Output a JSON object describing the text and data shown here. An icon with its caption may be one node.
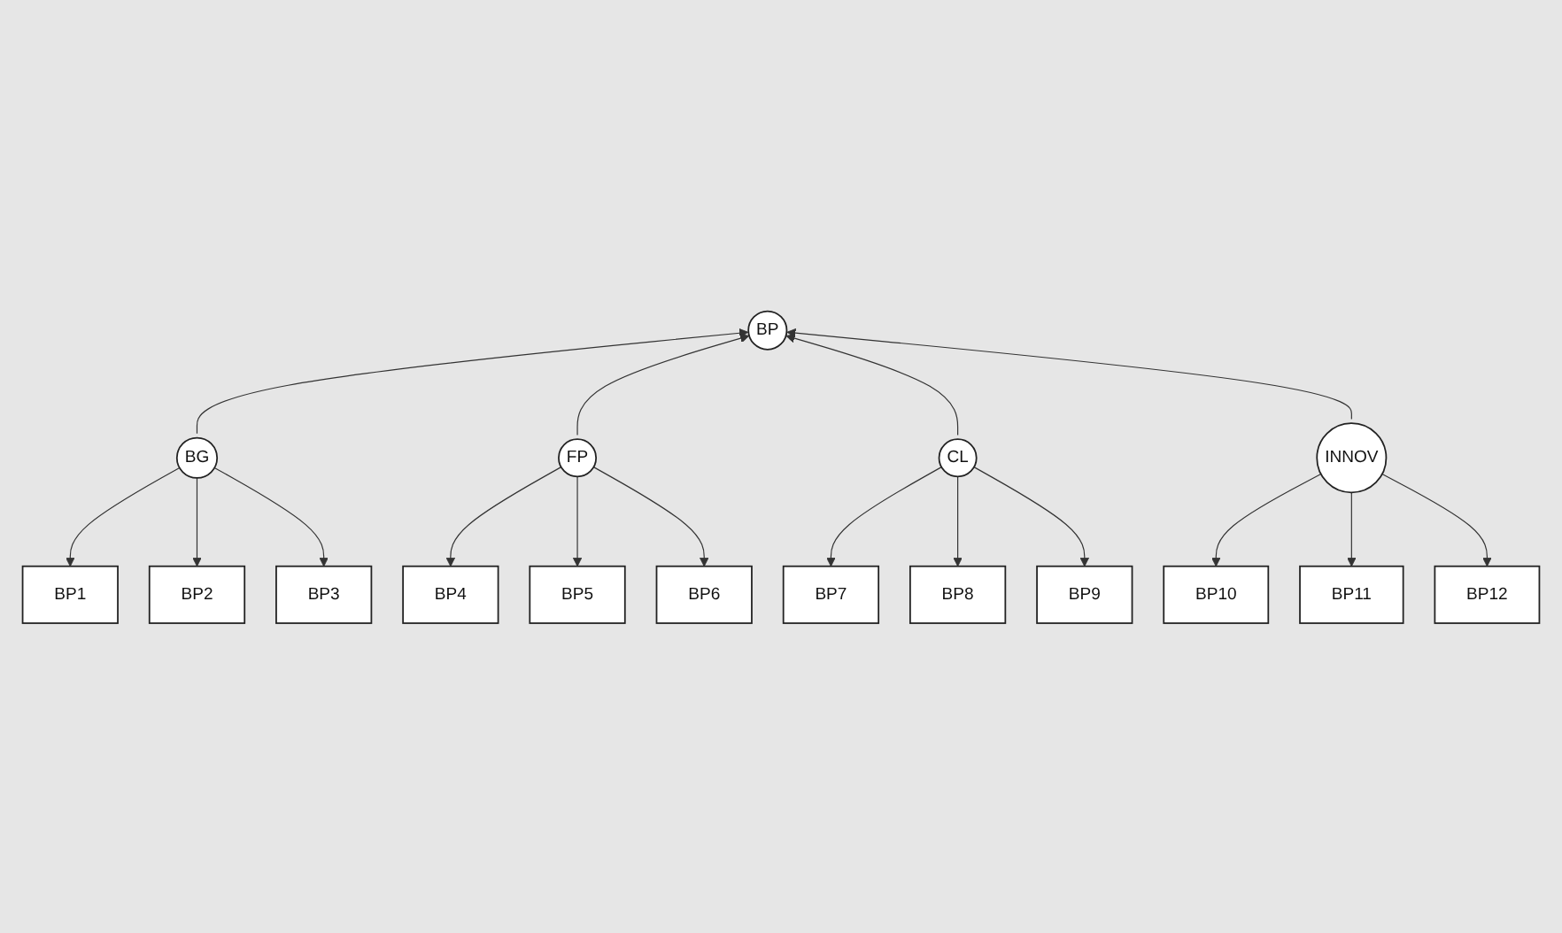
{
  "diagram": {
    "nodes": [
      {
        "text": [
          "BP"
        ]
      },
      {
        "text": [
          "BG"
        ]
      },
      {
        "text": [
          "FP"
        ]
      },
      {
        "text": [
          "CL"
        ]
      },
      {
        "text": [
          "INNOV"
        ]
      },
      {
        "text": [
          "BP1"
        ]
      },
      {
        "text": [
          "BP2"
        ]
      },
      {
        "text": [
          "BP3"
        ]
      },
      {
        "text": [
          "BP4"
        ]
      },
      {
        "text": [
          "BP5"
        ]
      },
      {
        "text": [
          "BP6"
        ]
      },
      {
        "text": [
          "BP7"
        ]
      },
      {
        "text": [
          "BP8"
        ]
      },
      {
        "text": [
          "BP9"
        ]
      },
      {
        "text": [
          "BP10"
        ]
      },
      {
        "text": [
          "BP11"
        ]
      },
      {
        "text": [
          "BP12"
        ]
      }
    ],
    "edges": [
      {
        "from": 1,
        "to": 0,
        "arrow": "to"
      },
      {
        "from": 2,
        "to": 0,
        "arrow": "to"
      },
      {
        "from": 3,
        "to": 0,
        "arrow": "to"
      },
      {
        "from": 4,
        "to": 0,
        "arrow": "to"
      },
      {
        "from": 1,
        "to": 5,
        "arrow": "to"
      },
      {
        "from": 1,
        "to": 6,
        "arrow": "to"
      },
      {
        "from": 1,
        "to": 7,
        "arrow": "to"
      },
      {
        "from": 2,
        "to": 8,
        "arrow": "to"
      },
      {
        "from": 2,
        "to": 9,
        "arrow": "to"
      },
      {
        "from": 2,
        "to": 10,
        "arrow": "to"
      },
      {
        "from": 3,
        "to": 11,
        "arrow": "to"
      },
      {
        "from": 3,
        "to": 12,
        "arrow": "to"
      },
      {
        "from": 3,
        "to": 13,
        "arrow": "to"
      },
      {
        "from": 4,
        "to": 14,
        "arrow": "to"
      },
      {
        "from": 4,
        "to": 15,
        "arrow": "to"
      },
      {
        "from": 4,
        "to": 16,
        "arrow": "to"
      }
    ]
  }
}
